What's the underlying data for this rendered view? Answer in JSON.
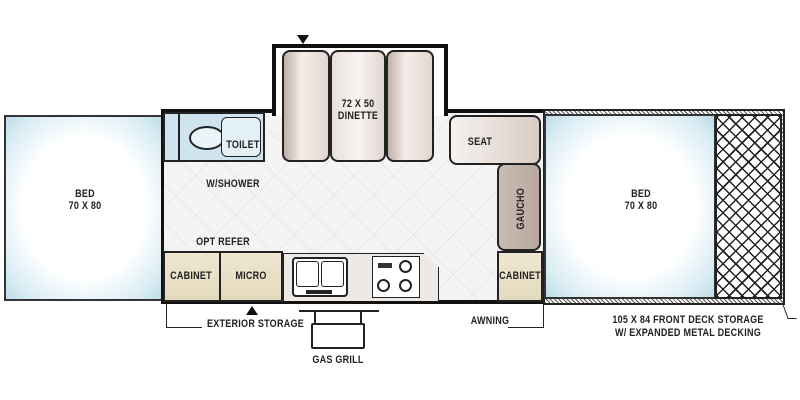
{
  "floorplan": {
    "labels": {
      "bed_left": {
        "name": "BED",
        "size": "70 X 80"
      },
      "bed_right": {
        "name": "BED",
        "size": "70 X 80"
      },
      "toilet": "TOILET",
      "shower": "W/SHOWER",
      "dinette_size": "72 X 50",
      "dinette": "DINETTE",
      "seat": "SEAT",
      "gaucho": "GAUCHO",
      "opt_refer": "OPT REFER",
      "cabinet_left": "CABINET",
      "micro": "MICRO",
      "cabinet_right": "CABINET",
      "exterior_storage": "EXTERIOR STORAGE",
      "gas_grill": "GAS GRILL",
      "awning": "AWNING",
      "front_deck_line1": "105 X 84 FRONT DECK STORAGE",
      "front_deck_line2": "W/ EXPANDED METAL DECKING"
    },
    "colors": {
      "wall": "#111111",
      "bed_edge": "#bcdbe8",
      "cabinet": "#e8dfc6",
      "cushion": "#d9ccc5",
      "floor": "#f4f4f4"
    }
  }
}
